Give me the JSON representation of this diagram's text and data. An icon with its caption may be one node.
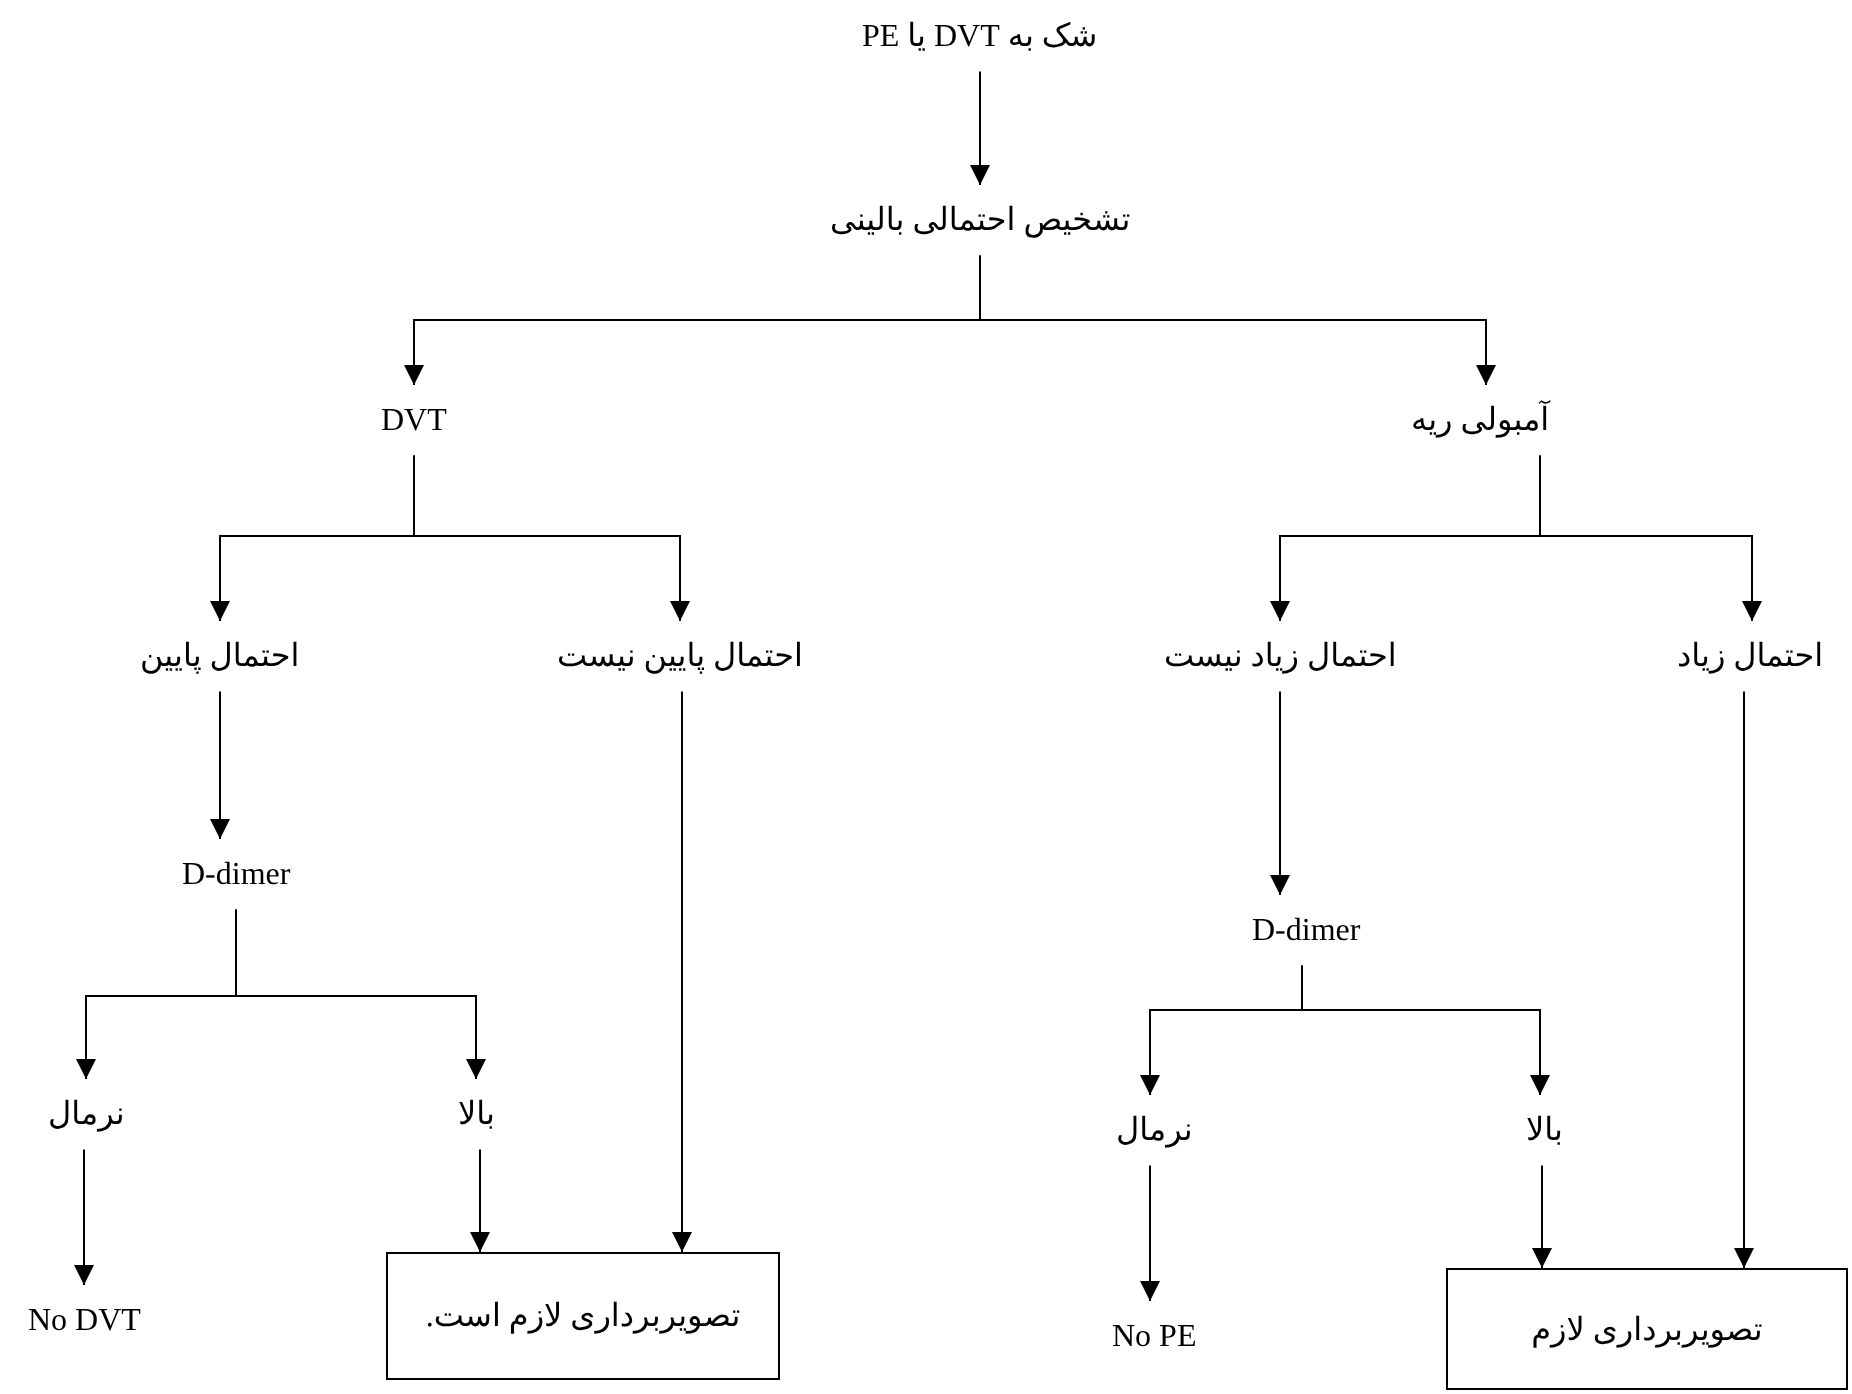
{
  "diagram": {
    "nodes": [
      {
        "text": [
          "شک به DVT یا PE"
        ]
      },
      {
        "text": [
          "تشخیص احتمالی بالینی"
        ]
      },
      {
        "text": [
          "DVT"
        ]
      },
      {
        "text": [
          "آمبولی ریه"
        ]
      },
      {
        "text": [
          "احتمال پایین"
        ]
      },
      {
        "text": [
          "احتمال پایین نیست"
        ]
      },
      {
        "text": [
          "احتمال زیاد نیست"
        ]
      },
      {
        "text": [
          "احتمال زیاد"
        ]
      },
      {
        "text": [
          "D-dimer"
        ]
      },
      {
        "text": [
          "D-dimer"
        ]
      },
      {
        "text": [
          "نرمال"
        ]
      },
      {
        "text": [
          "بالا"
        ]
      },
      {
        "text": [
          "No DVT"
        ]
      },
      {
        "text": [
          "تصویربرداری لازم است."
        ]
      },
      {
        "text": [
          "نرمال"
        ]
      },
      {
        "text": [
          "بالا"
        ]
      },
      {
        "text": [
          "No PE"
        ]
      },
      {
        "text": [
          "تصویربرداری لازم"
        ]
      }
    ],
    "edges": [
      {
        "from": 0,
        "to": 1,
        "arrow": "to"
      },
      {
        "from": 1,
        "to": 2,
        "arrow": "to"
      },
      {
        "from": 1,
        "to": 3,
        "arrow": "to"
      },
      {
        "from": 2,
        "to": 4,
        "arrow": "to"
      },
      {
        "from": 2,
        "to": 5,
        "arrow": "to"
      },
      {
        "from": 3,
        "to": 6,
        "arrow": "to"
      },
      {
        "from": 3,
        "to": 7,
        "arrow": "to"
      },
      {
        "from": 4,
        "to": 8,
        "arrow": "to"
      },
      {
        "from": 6,
        "to": 9,
        "arrow": "to"
      },
      {
        "from": 8,
        "to": 10,
        "arrow": "to"
      },
      {
        "from": 8,
        "to": 11,
        "arrow": "to"
      },
      {
        "from": 9,
        "to": 14,
        "arrow": "to"
      },
      {
        "from": 9,
        "to": 15,
        "arrow": "to"
      },
      {
        "from": 10,
        "to": 12,
        "arrow": "to"
      },
      {
        "from": 11,
        "to": 13,
        "arrow": "to"
      },
      {
        "from": 5,
        "to": 13,
        "arrow": "to"
      },
      {
        "from": 14,
        "to": 16,
        "arrow": "to"
      },
      {
        "from": 15,
        "to": 17,
        "arrow": "to"
      },
      {
        "from": 7,
        "to": 17,
        "arrow": "to"
      }
    ]
  }
}
